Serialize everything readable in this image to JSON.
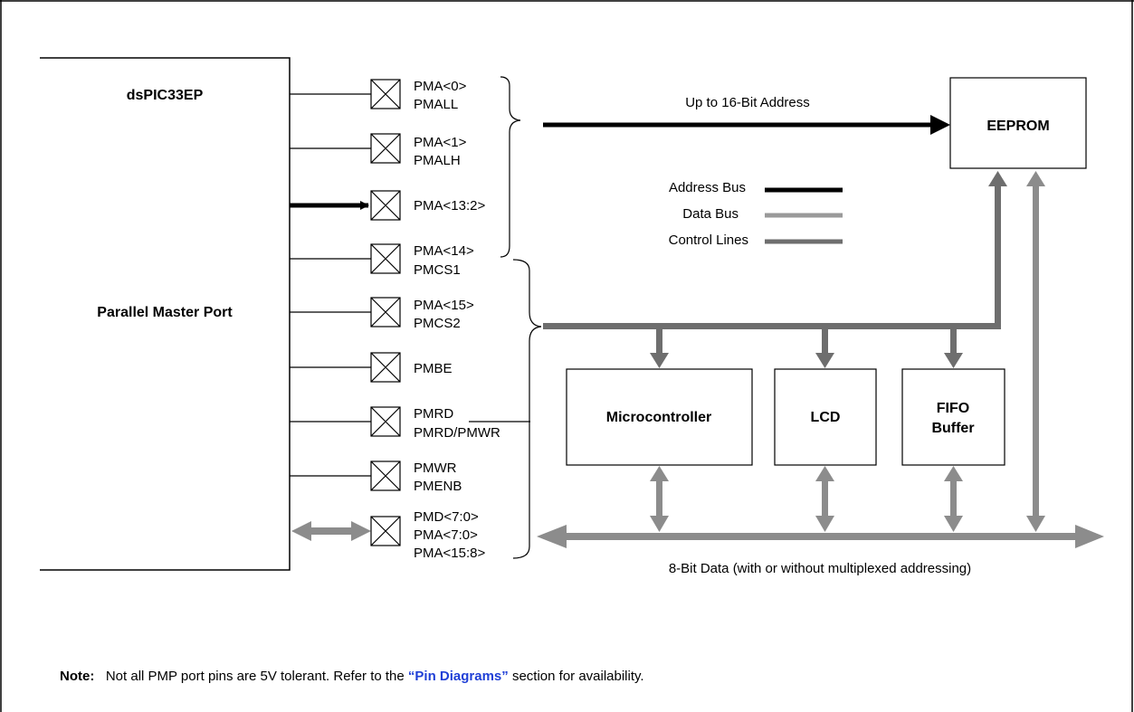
{
  "device": {
    "title": "dsPIC33EP",
    "subtitle": "Parallel Master Port"
  },
  "pins": [
    {
      "lines": [
        "PMA<0>",
        "PMALL"
      ]
    },
    {
      "lines": [
        "PMA<1>",
        "PMALH"
      ]
    },
    {
      "lines": [
        "PMA<13:2>"
      ]
    },
    {
      "lines": [
        "PMA<14>",
        "PMCS1"
      ]
    },
    {
      "lines": [
        "PMA<15>",
        "PMCS2"
      ]
    },
    {
      "lines": [
        "PMBE"
      ]
    },
    {
      "lines": [
        "PMRD",
        "PMRD/PMWR"
      ]
    },
    {
      "lines": [
        "PMWR",
        "PMENB"
      ]
    },
    {
      "lines": [
        "PMD<7:0>",
        "PMA<7:0>",
        "PMA<15:8>"
      ]
    }
  ],
  "pmwr_overline": "PMWR",
  "address_label": "Up to 16-Bit Address",
  "legend": [
    {
      "label": "Address Bus",
      "color": "#000000"
    },
    {
      "label": "Data Bus",
      "color": "#9a9a9a"
    },
    {
      "label": "Control Lines",
      "color": "#6e6e6e"
    }
  ],
  "blocks": {
    "eeprom": "EEPROM",
    "microcontroller": "Microcontroller",
    "lcd": "LCD",
    "fifo_line1": "FIFO",
    "fifo_line2": "Buffer"
  },
  "data_label": "8-Bit Data (with or without multiplexed addressing)",
  "note": {
    "prefix": "Note:",
    "text_before": "Not all PMP port pins are 5V tolerant. Refer to the",
    "link": "“Pin Diagrams”",
    "text_after": "section for availability."
  }
}
